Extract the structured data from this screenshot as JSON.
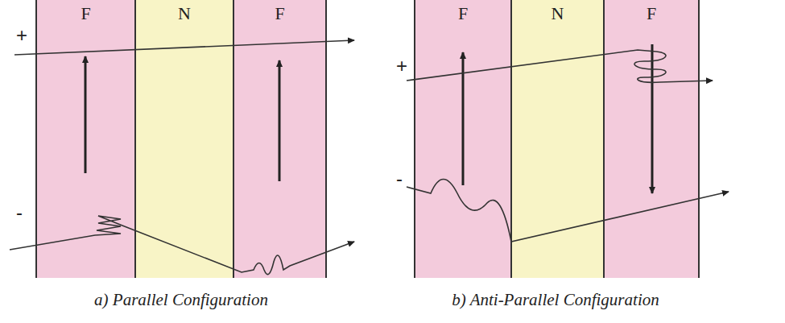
{
  "diagram": {
    "nodes": [
      {
        "text": [
          "F"
        ]
      },
      {
        "text": [
          "N"
        ]
      },
      {
        "text": [
          "F"
        ]
      },
      {
        "text": [
          "F"
        ]
      },
      {
        "text": [
          "N"
        ]
      },
      {
        "text": [
          "F"
        ]
      }
    ],
    "labels": [
      "+",
      "-",
      "a) Parallel Configuration",
      "+",
      "-",
      "b) Anti-Parallel Configuration"
    ]
  }
}
